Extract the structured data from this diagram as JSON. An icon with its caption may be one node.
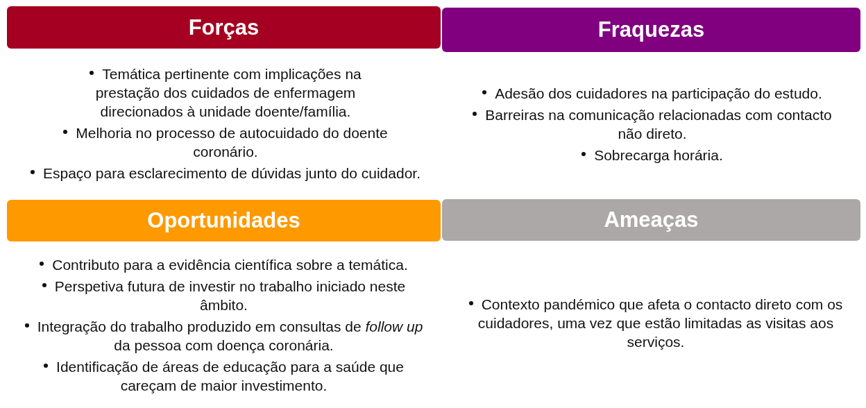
{
  "diagram": {
    "nodes": [
      {
        "text": [
          "Forças"
        ]
      },
      {
        "text": [
          "Fraquezas"
        ]
      },
      {
        "text": [
          "Oportunidades"
        ]
      },
      {
        "text": [
          "Ameaças"
        ]
      }
    ],
    "labels": [
      "Temática pertinente com implicações na prestação dos cuidados de enfermagem direcionados à unidade doente/família.",
      "Melhoria no processo de autocuidado do doente coronário.",
      "Espaço para esclarecimento de dúvidas junto do cuidador.",
      "Adesão dos cuidadores na participação do estudo.",
      "Barreiras na comunicação relacionadas com contacto não direto.",
      "Sobrecarga horária.",
      "Contributo para a evidência científica sobre a temática.",
      "Perspetiva futura de investir no trabalho iniciado neste âmbito.",
      "Integração do trabalho produzido em consultas de *follow up* da pessoa com doença coronária.",
      "Identificação de áreas de educação para a saúde que careçam de maior investimento.",
      "Contexto pandémico que afeta o contacto direto com os cuidadores, uma vez que estão limitadas as visitas aos serviços."
    ]
  }
}
